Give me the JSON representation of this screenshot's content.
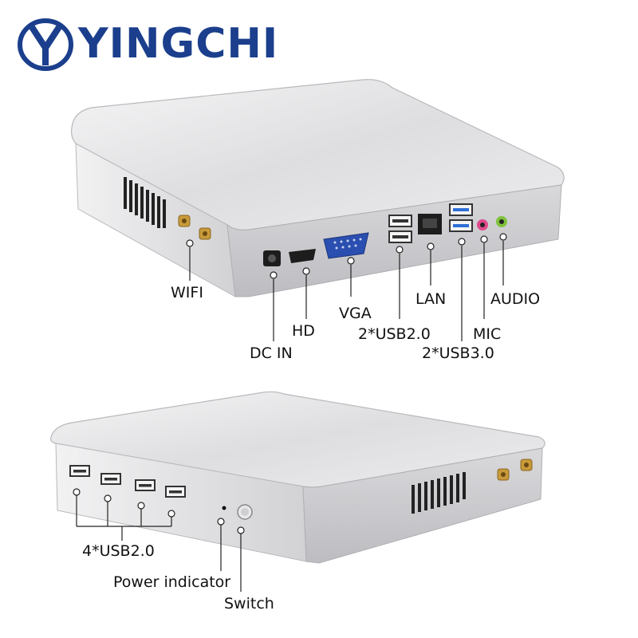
{
  "brand": {
    "name": "YINGCHI",
    "logo_icon": "yingchi-y-emblem",
    "color": "#1b3f8c"
  },
  "top_view_labels": {
    "wifi": "WIFI",
    "dc_in": "DC IN",
    "hd": "HD",
    "vga": "VGA",
    "usb2": "2*USB2.0",
    "lan": "LAN",
    "usb3": "2*USB3.0",
    "mic": "MIC",
    "audio": "AUDIO"
  },
  "bottom_view_labels": {
    "front_usb": "4*USB2.0",
    "power_indicator": "Power indicator",
    "switch": "Switch"
  },
  "colors": {
    "chassis_top": "#e6e6e8",
    "chassis_side": "#c9c9cc",
    "usb3_blue": "#2f6fd6",
    "vga_blue": "#2a4fb0",
    "mic_pink": "#e04a8a",
    "audio_green": "#7fc23c",
    "antenna_gold": "#c89a3a"
  }
}
